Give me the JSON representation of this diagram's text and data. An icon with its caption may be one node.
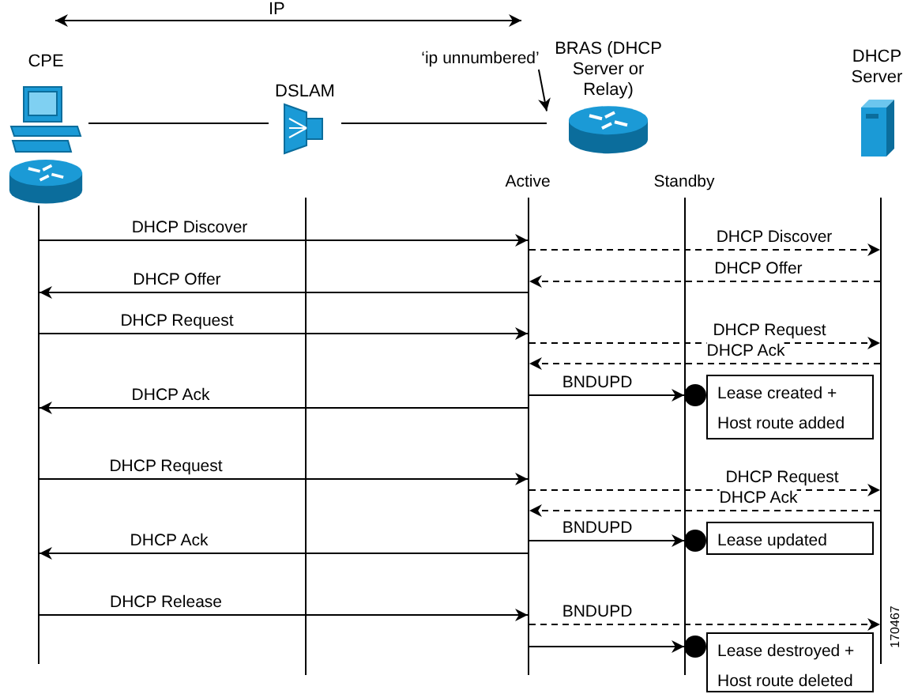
{
  "diagram": {
    "nodes": [
      {
        "text": [
          "CPE"
        ]
      },
      {
        "text": [
          "DSLAM"
        ]
      },
      {
        "text": [
          "BRAS (DHCP Server or Relay)"
        ]
      },
      {
        "text": [
          "‘ip unnumbered’"
        ]
      },
      {
        "text": [
          "DHCP Server"
        ]
      },
      {
        "text": [
          "Active"
        ]
      },
      {
        "text": [
          "Standby"
        ]
      },
      {
        "text": [],
        "shape": "bar"
      },
      {
        "text": [],
        "shape": "bar"
      },
      {
        "text": [],
        "shape": "bar"
      },
      {
        "text": [],
        "shape": "bar"
      },
      {
        "text": [],
        "shape": "bar"
      },
      {
        "text": [],
        "shape": "circle"
      },
      {
        "text": [],
        "shape": "circle"
      },
      {
        "text": [],
        "shape": "circle"
      },
      {
        "text": [
          "Lease created + Host route added"
        ]
      },
      {
        "text": [
          "Lease updated"
        ]
      },
      {
        "text": [
          "Lease destroyed + Host route deleted"
        ]
      }
    ],
    "edges": [
      {
        "from": 0,
        "to": 1,
        "arrow": "none"
      },
      {
        "from": 1,
        "to": 2,
        "arrow": "none"
      },
      {
        "from": 3,
        "to": 2,
        "arrow": "to"
      },
      {
        "from": 7,
        "to": 9,
        "arrow": "to",
        "label": "DHCP Discover"
      },
      {
        "from": 9,
        "to": 11,
        "arrow": "to",
        "label": "DHCP Discover",
        "style": "dashed"
      },
      {
        "from": 11,
        "to": 9,
        "arrow": "to",
        "label": "DHCP Offer",
        "style": "dashed"
      },
      {
        "from": 9,
        "to": 7,
        "arrow": "to",
        "label": "DHCP Offer"
      },
      {
        "from": 7,
        "to": 9,
        "arrow": "to",
        "label": "DHCP Request"
      },
      {
        "from": 9,
        "to": 11,
        "arrow": "to",
        "label": "DHCP Request",
        "style": "dashed"
      },
      {
        "from": 11,
        "to": 9,
        "arrow": "to",
        "label": "DHCP Ack",
        "style": "dashed"
      },
      {
        "from": 9,
        "to": 12,
        "arrow": "to",
        "label": "BNDUPD"
      },
      {
        "from": 9,
        "to": 7,
        "arrow": "to",
        "label": "DHCP Ack"
      },
      {
        "from": 7,
        "to": 9,
        "arrow": "to",
        "label": "DHCP Request"
      },
      {
        "from": 9,
        "to": 11,
        "arrow": "to",
        "label": "DHCP Request",
        "style": "dashed"
      },
      {
        "from": 11,
        "to": 9,
        "arrow": "to",
        "label": "DHCP Ack",
        "style": "dashed"
      },
      {
        "from": 9,
        "to": 13,
        "arrow": "to",
        "label": "BNDUPD"
      },
      {
        "from": 9,
        "to": 7,
        "arrow": "to",
        "label": "DHCP Ack"
      },
      {
        "from": 7,
        "to": 9,
        "arrow": "to",
        "label": "DHCP Release"
      },
      {
        "from": 9,
        "to": 11,
        "arrow": "to",
        "label": "BNDUPD",
        "style": "dashed"
      },
      {
        "from": 9,
        "to": 14,
        "arrow": "to"
      }
    ],
    "labels": [
      "IP",
      "170467"
    ]
  }
}
